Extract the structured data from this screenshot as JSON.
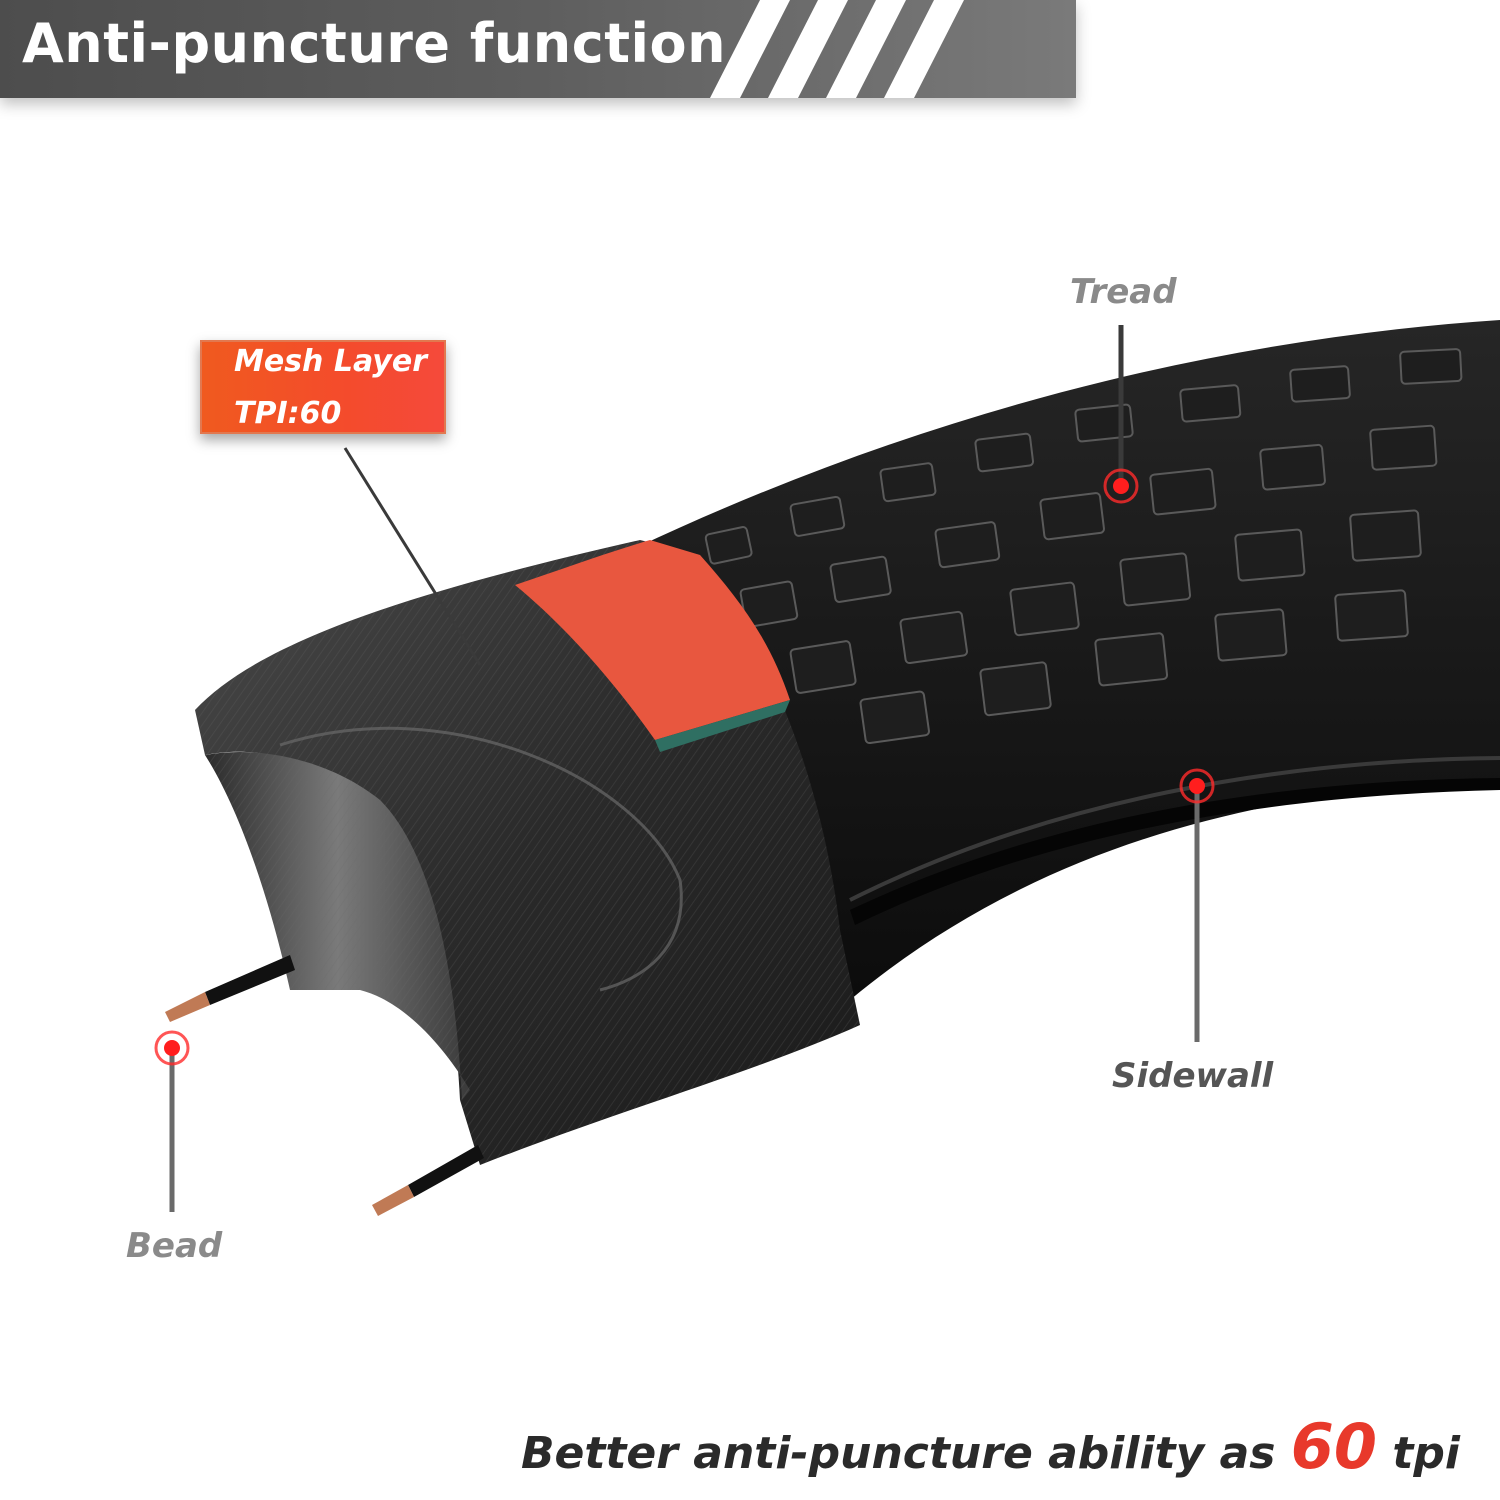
{
  "banner": {
    "title": "Anti-puncture function"
  },
  "callout": {
    "line1": "Mesh Layer",
    "line2": "TPI:60"
  },
  "labels": {
    "tread": "Tread",
    "sidewall": "Sidewall",
    "bead": "Bead"
  },
  "tagline": {
    "prefix": "Better anti-puncture ability as ",
    "number": "60",
    "suffix": " tpi"
  },
  "colors": {
    "banner": "#5a5a5a",
    "accent_red": "#e8392b",
    "mesh_red": "#e8573f",
    "label_gray": "#8a8a8a",
    "tire_black": "#161616"
  },
  "icons": {
    "marker": "red-target-marker-icon"
  }
}
